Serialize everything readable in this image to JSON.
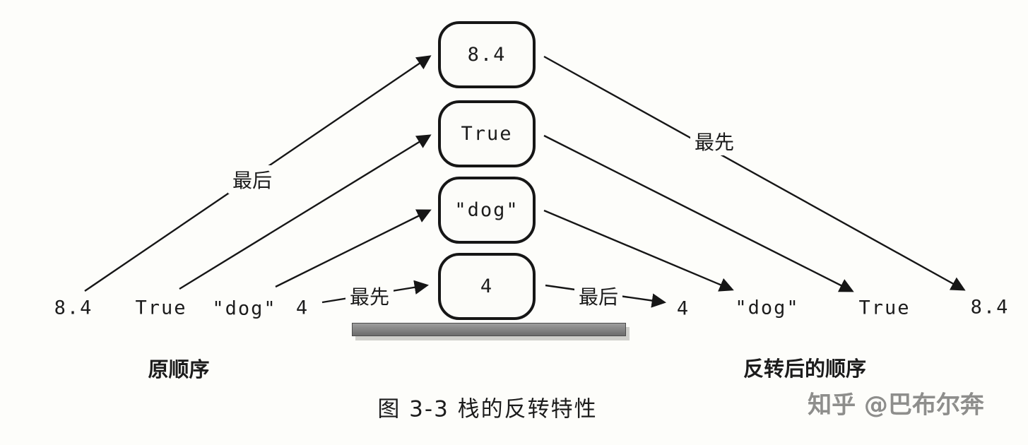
{
  "figure": {
    "caption": "图 3-3  栈的反转特性",
    "watermark": "知乎 @巴布尔奔"
  },
  "stack": {
    "items": [
      "8.4",
      "True",
      "\"dog\"",
      "4"
    ]
  },
  "input": {
    "label": "原顺序",
    "items": [
      "8.4",
      "True",
      "\"dog\"",
      "4"
    ],
    "arrow_last_label": "最后",
    "arrow_first_label": "最先"
  },
  "output": {
    "label": "反转后的顺序",
    "items": [
      "4",
      "\"dog\"",
      "True",
      "8.4"
    ],
    "arrow_first_label": "最先",
    "arrow_last_label": "最后"
  }
}
